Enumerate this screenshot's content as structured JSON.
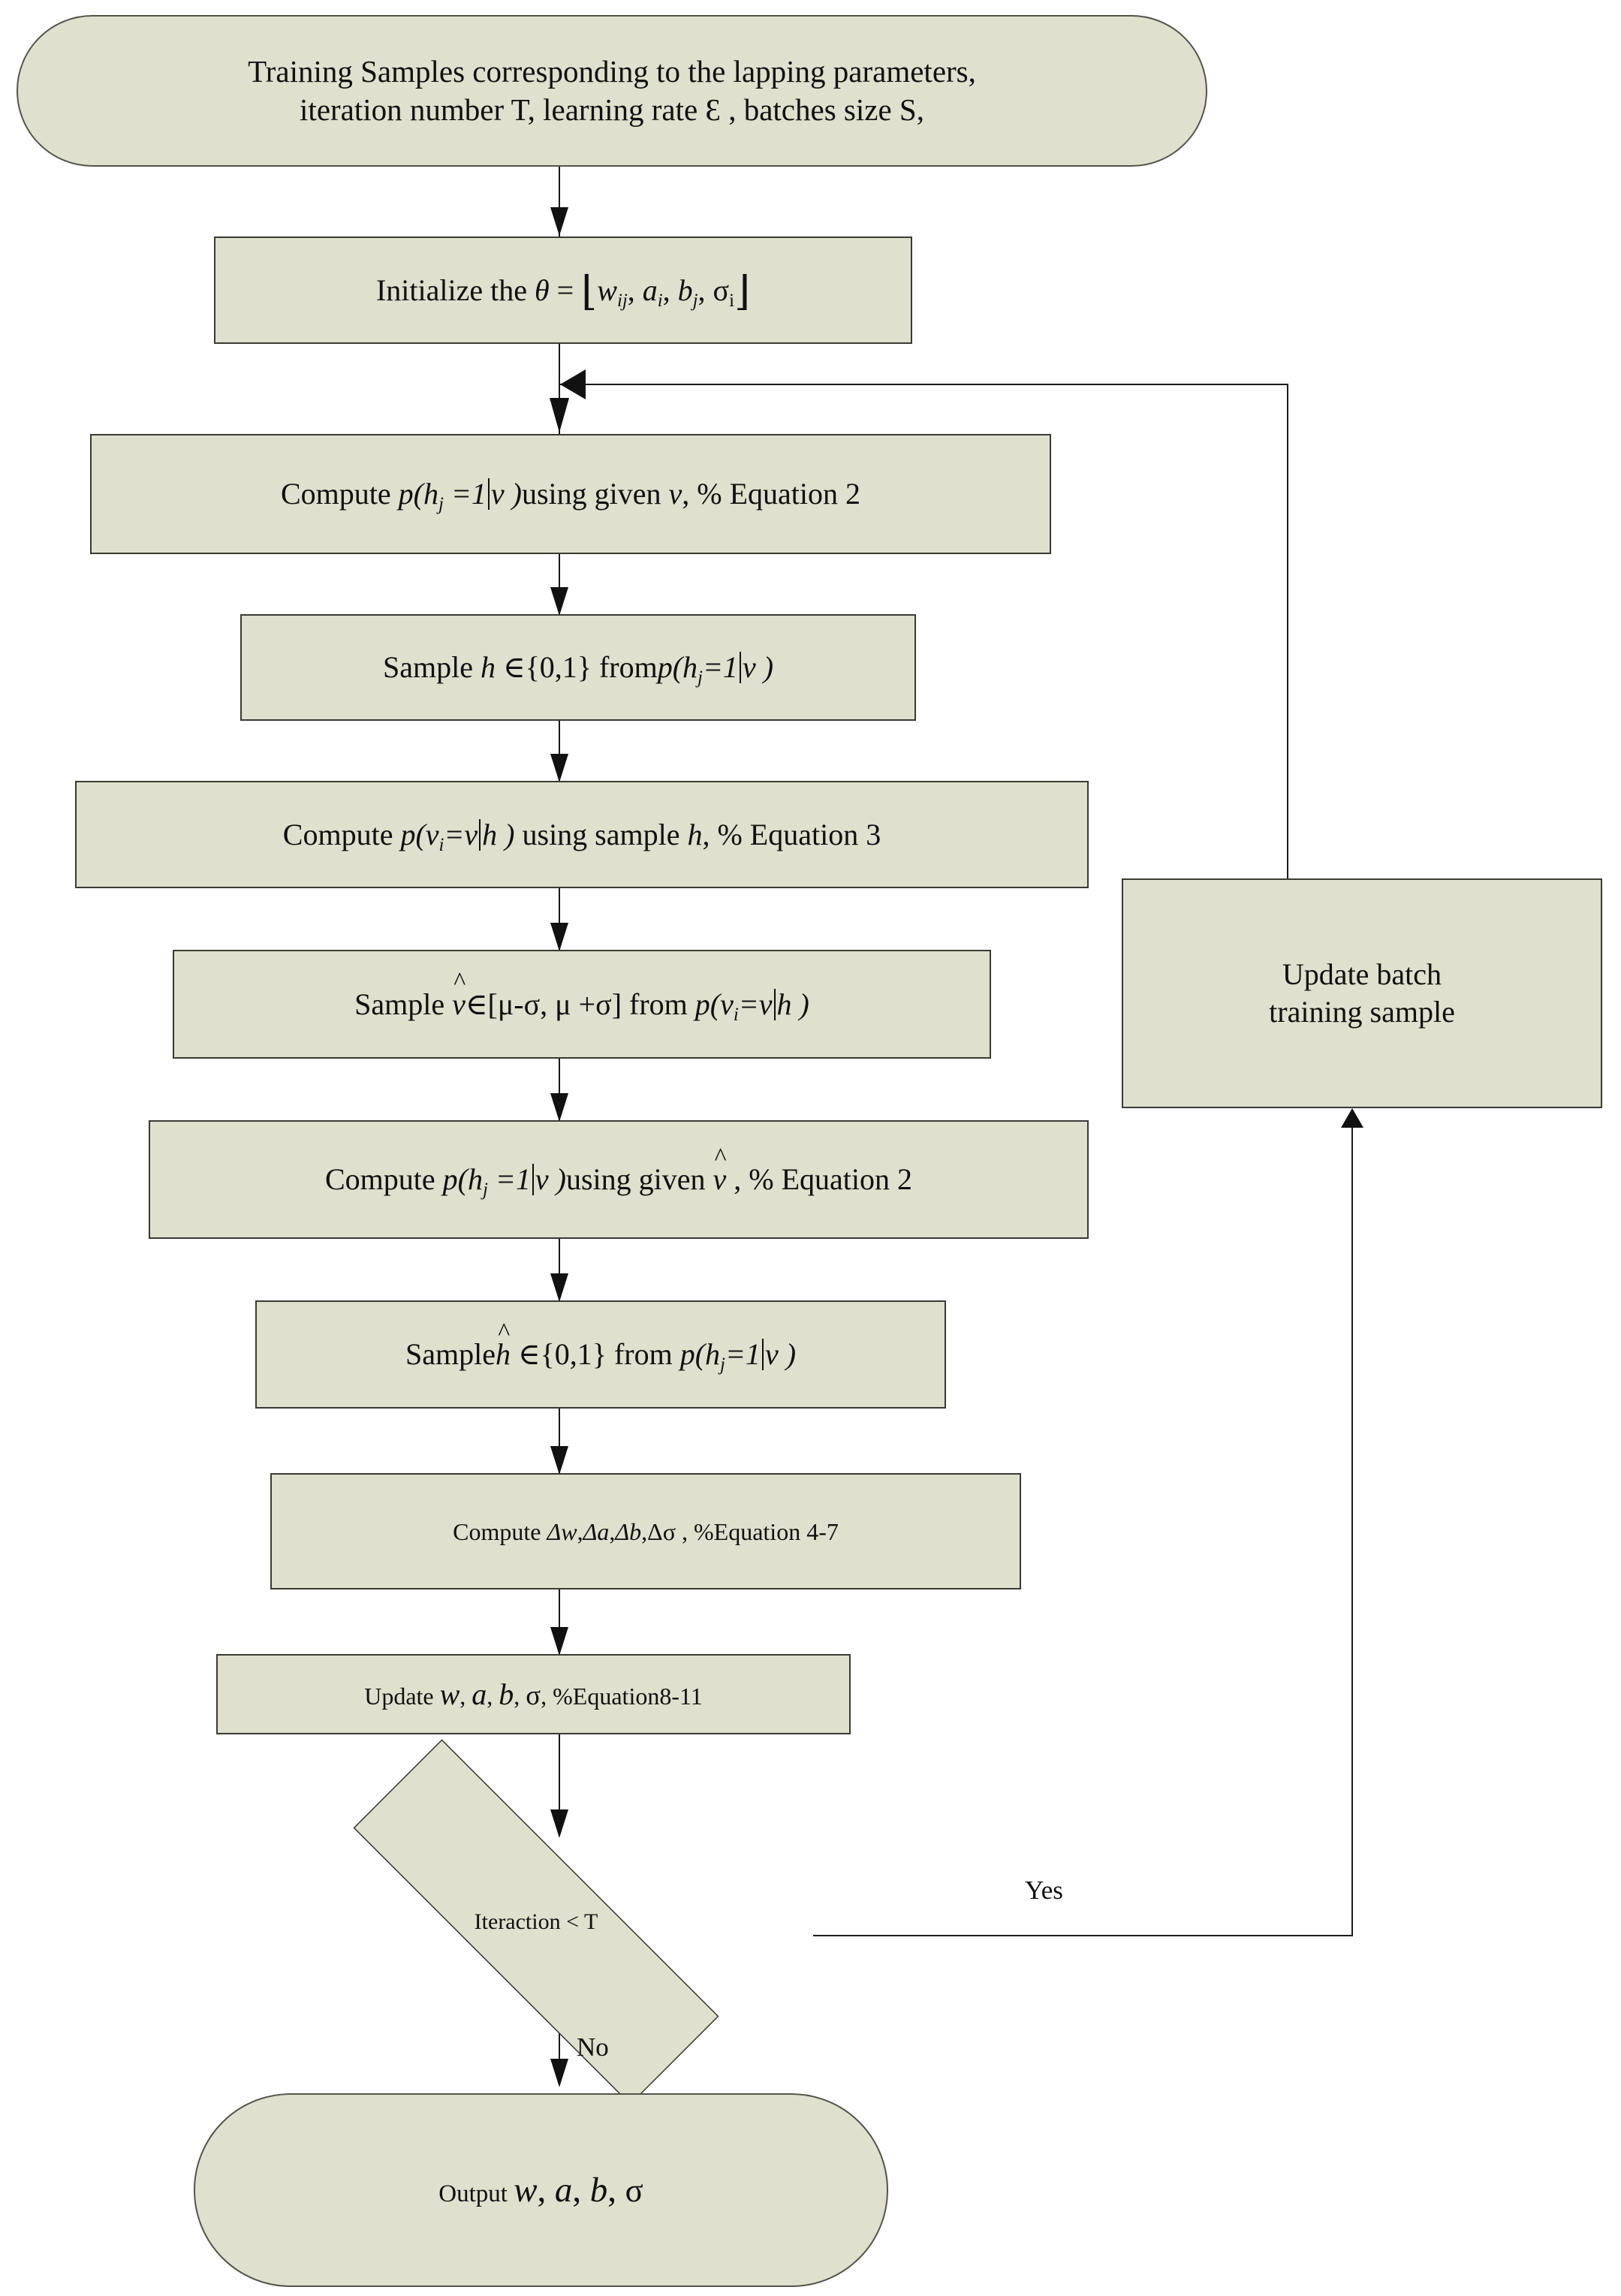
{
  "diagram": {
    "title": "RBM batch training flowchart",
    "colors": {
      "node_fill": "#dfe0cd",
      "node_border": "#3a3a34",
      "connector": "#1a1a1a",
      "background": "#ffffff",
      "text": "#101010"
    }
  },
  "nodes": {
    "start": {
      "shape": "terminator",
      "line1": "Training Samples corresponding to the lapping parameters,",
      "line2_a": "iteration number T, learning rate ",
      "line2_eps": "Ɛ",
      "line2_b": " , batches size S,"
    },
    "initialize": {
      "shape": "process",
      "prefix": "Initialize the ",
      "theta": "θ",
      "equals": " = ",
      "bracket_open": "⌊",
      "w": "w",
      "w_sub": "ij",
      "comma1": ", ",
      "a": "a",
      "a_sub": "i",
      "comma2": ", ",
      "b": "b",
      "b_sub": "j",
      "comma3": ", ",
      "sigma": "σ",
      "sigma_sub": "i",
      "bracket_close": "⌋"
    },
    "compute_h_given_v": {
      "shape": "process",
      "prefix": "Compute ",
      "p": "p(h",
      "sub": "j",
      "eq1": " =1",
      "v": "v",
      "close": " )",
      "suffix": "using given ",
      "v2": "v",
      "tail": ",  % Equation 2"
    },
    "sample_h": {
      "shape": "process",
      "prefix": "Sample ",
      "h": "h",
      "set": " ∈{0,1}  from",
      "p": "p(h",
      "sub": "j",
      "eq1": "=1",
      "v": "v",
      "close": " )"
    },
    "compute_v_given_h": {
      "shape": "process",
      "prefix": "Compute  ",
      "p": "p(v",
      "sub": "i",
      "eq1": "=v",
      "h": "h",
      "close": " )",
      "suffix": " using sample ",
      "h2": "h",
      "tail": ",  % Equation 3"
    },
    "sample_vhat": {
      "shape": "process",
      "prefix": "Sample ",
      "vhat": "v",
      "range": "∈[μ-σ, μ +σ] from ",
      "p": "p(v",
      "sub": "i",
      "eq1": "=v",
      "h": "h",
      "close": " )"
    },
    "compute_h_given_vhat": {
      "shape": "process",
      "prefix": "Compute ",
      "p": "p(h",
      "sub": "j",
      "eq1": " =1",
      "v": "v",
      "close": " )",
      "suffix": "using given ",
      "vhat": "v",
      "tail": " , % Equation 2"
    },
    "sample_hhat": {
      "shape": "process",
      "prefix": "Sample",
      "hhat": "h",
      "set": " ∈{0,1}  from ",
      "p": "p(h",
      "sub": "j",
      "eq1": "=1",
      "v": "v",
      "close": " )"
    },
    "compute_deltas": {
      "shape": "process",
      "prefix": "Compute  ",
      "dw": "Δw",
      "c1": ",",
      "da": "Δa",
      "c2": ",",
      "db": "Δb",
      "c3": ",",
      "dsigma": "Δσ",
      "tail": " , %Equation 4-7"
    },
    "update_params": {
      "shape": "process",
      "prefix": "Update ",
      "w": "w",
      "c1": ", ",
      "a": "a",
      "c2": ", ",
      "b": "b",
      "c3": ",  ",
      "sigma": "σ",
      "tail": ", %Equation8-11"
    },
    "decision": {
      "shape": "diamond",
      "label": "Iteraction < T"
    },
    "update_batch": {
      "shape": "process",
      "line1": "Update batch",
      "line2": "training sample"
    },
    "output": {
      "shape": "terminator",
      "prefix": "Output   ",
      "w": "w",
      "c1": ", ",
      "a": "a",
      "c2": ", ",
      "b": "b",
      "c3": ", ",
      "sigma": "σ"
    }
  },
  "edges": {
    "yes_label": "Yes",
    "no_label": "No"
  }
}
